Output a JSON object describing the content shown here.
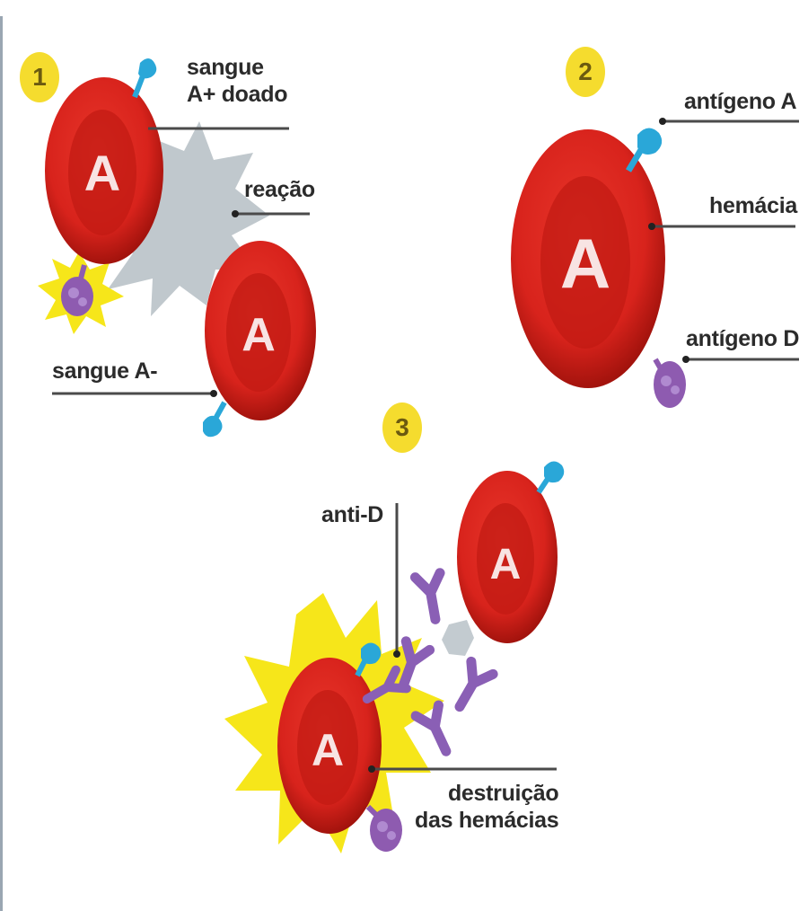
{
  "panels": [
    {
      "step": "1",
      "labels": {
        "donated": "sangue\nA+ doado",
        "reaction": "reação",
        "recipient": "sangue A-"
      }
    },
    {
      "step": "2",
      "labels": {
        "antigen_a": "antígeno A",
        "red_cell": "hemácia",
        "antigen_d": "antígeno D"
      }
    },
    {
      "step": "3",
      "labels": {
        "antibody": "anti-D",
        "destruction": "destruição\ndas hemácias"
      }
    }
  ],
  "cell_letter": "A",
  "colors": {
    "cell_outer": "#d8231c",
    "cell_inner": "#b9150f",
    "antigen_a": "#2aa7d8",
    "antigen_d": "#8e5bb0",
    "antibody": "#8a5fb5",
    "reaction": "#b9c2c8",
    "burst": "#f6e61a",
    "step_badge": "#f5dc2e"
  }
}
